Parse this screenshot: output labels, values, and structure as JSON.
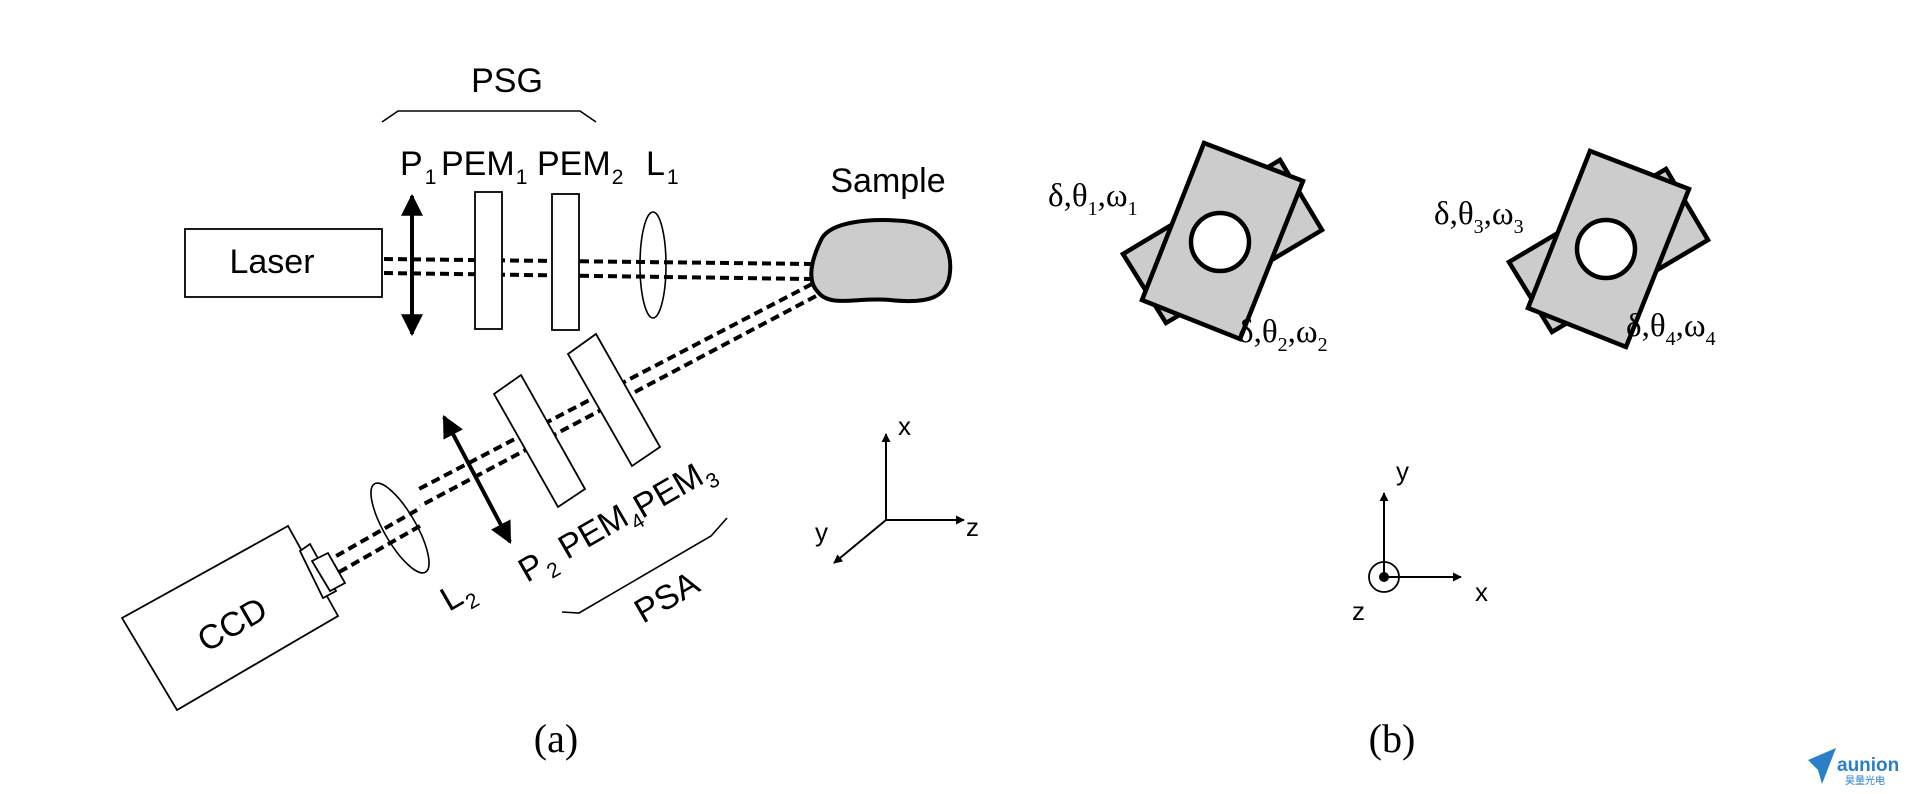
{
  "panel_a": {
    "group_psg": "PSG",
    "group_psa": "PSA",
    "laser": "Laser",
    "sample": "Sample",
    "ccd": "CCD",
    "p1": {
      "main": "P",
      "sub": "1"
    },
    "pem1": {
      "main": "PEM",
      "sub": "1"
    },
    "pem2": {
      "main": "PEM",
      "sub": "2"
    },
    "l1": {
      "main": "L",
      "sub": "1"
    },
    "l2": {
      "main": "L",
      "sub": "2"
    },
    "p2": {
      "main": "P",
      "sub": "2"
    },
    "pem4": {
      "main": "PEM",
      "sub": "4"
    },
    "pem3": {
      "main": "PEM",
      "sub": "3"
    },
    "axes": {
      "x": "x",
      "y": "y",
      "z": "z"
    },
    "caption": "(a)"
  },
  "panel_b": {
    "label1": {
      "d": "δ",
      "c1": ",",
      "t": "θ",
      "ts": "1",
      "c2": ",",
      "w": "ω",
      "ws": "1"
    },
    "label2": {
      "d": "δ",
      "c1": ",",
      "t": "θ",
      "ts": "2",
      "c2": ",",
      "w": "ω",
      "ws": "2"
    },
    "label3": {
      "d": "δ",
      "c1": ",",
      "t": "θ",
      "ts": "3",
      "c2": ",",
      "w": "ω",
      "ws": "3"
    },
    "label4": {
      "d": "δ",
      "c1": ",",
      "t": "θ",
      "ts": "4",
      "c2": ",",
      "w": "ω",
      "ws": "4"
    },
    "axes": {
      "x": "x",
      "y": "y",
      "z": "z"
    },
    "caption": "(b)"
  },
  "watermark": {
    "brand": "aunion",
    "brand_cn": "昊量光电"
  },
  "colors": {
    "ink": "#000000",
    "fill": "#cccccc",
    "logo": "#2a7fc8"
  }
}
